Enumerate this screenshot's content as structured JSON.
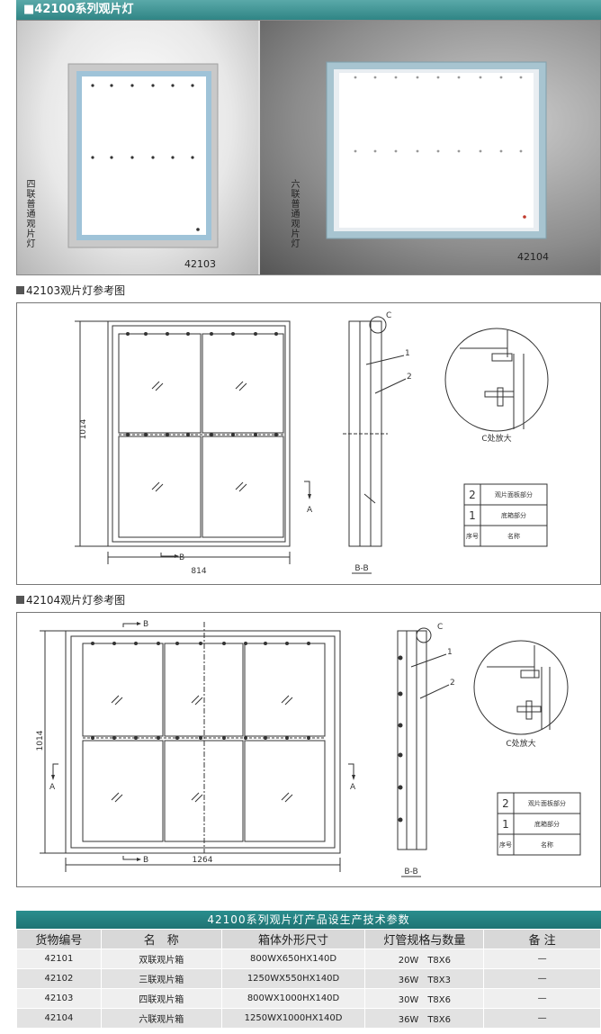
{
  "header": {
    "title": "42100系列观片灯"
  },
  "photos": {
    "left": {
      "label": "四联普通观片灯",
      "model": "42103"
    },
    "right": {
      "label": "六联普通观片灯",
      "model": "42104"
    }
  },
  "drawing_42103": {
    "title": "42103观片灯参考图",
    "height_dim": "1014",
    "width_dim": "814",
    "marker_b": "B",
    "marker_a": "A",
    "section_label": "B-B",
    "callout_c": "C",
    "callout_1": "1",
    "callout_2": "2",
    "detail_caption": "C处放大",
    "parts": [
      {
        "no": "2",
        "name": "观片面板部分"
      },
      {
        "no": "1",
        "name": "底箱部分"
      },
      {
        "no": "序号",
        "name": "名称"
      }
    ]
  },
  "drawing_42104": {
    "title": "42104观片灯参考图",
    "height_dim": "1014",
    "width_dim": "1264",
    "marker_b": "B",
    "marker_a": "A",
    "section_label": "B-B",
    "callout_c": "C",
    "callout_1": "1",
    "callout_2": "2",
    "detail_caption": "C处放大",
    "parts": [
      {
        "no": "2",
        "name": "观片面板部分"
      },
      {
        "no": "1",
        "name": "底箱部分"
      },
      {
        "no": "序号",
        "name": "名称"
      }
    ]
  },
  "spec": {
    "title": "42100系列观片灯产品设生产技术参数",
    "headers": [
      "货物编号",
      "名　称",
      "箱体外形尺寸",
      "灯管规格与数量",
      "备 注"
    ],
    "rows": [
      [
        "42101",
        "双联观片箱",
        "800WX650HX140D",
        "20W　T8X6",
        "—"
      ],
      [
        "42102",
        "三联观片箱",
        "1250WX550HX140D",
        "36W　T8X3",
        "—"
      ],
      [
        "42103",
        "四联观片箱",
        "800WX1000HX140D",
        "30W　T8X6",
        "—"
      ],
      [
        "42104",
        "六联观片箱",
        "1250WX1000HX140D",
        "36W　T8X6",
        "—"
      ]
    ]
  }
}
